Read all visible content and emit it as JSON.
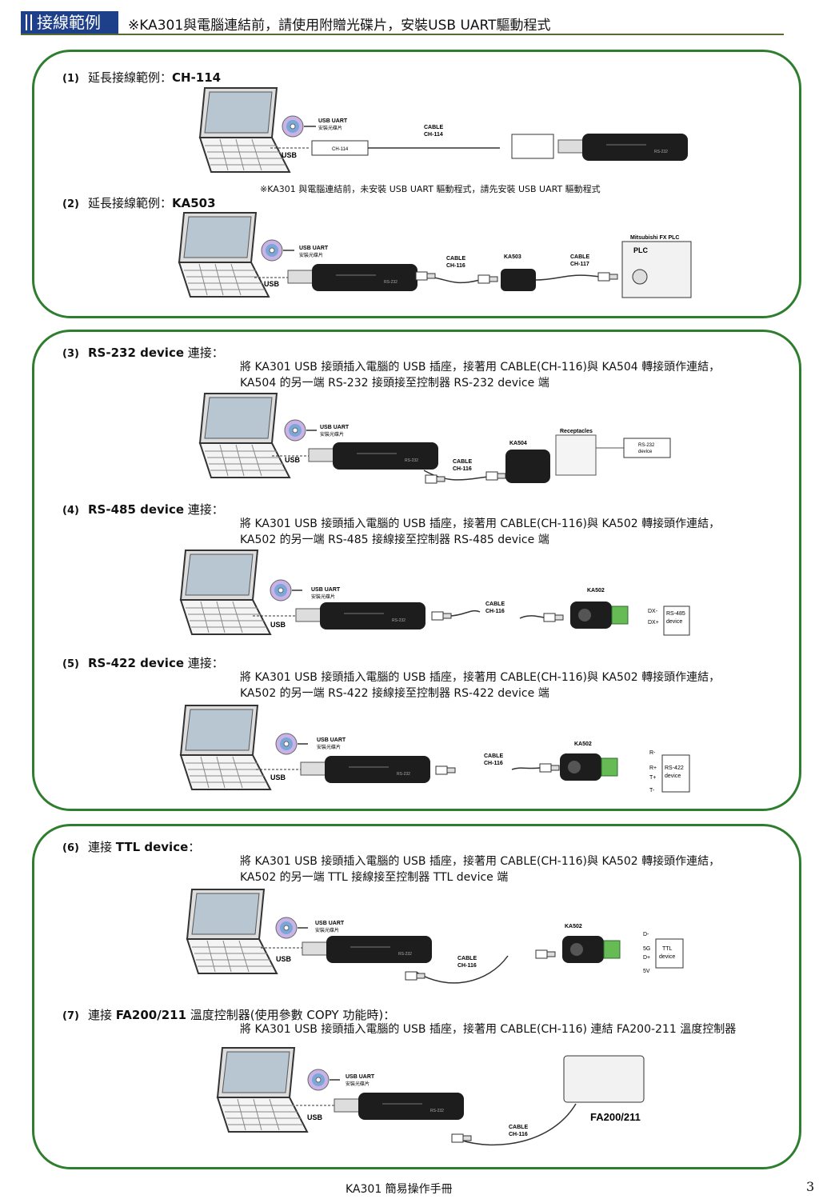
{
  "header": {
    "tag": "接線範例",
    "title": "※KA301與電腦連結前，請使用附贈光碟片，安裝USB UART驅動程式"
  },
  "common": {
    "usb": "USB",
    "usb_uart": "USB UART",
    "cd_label": "安裝光碟片",
    "cable": "CABLE",
    "ch116": "CH-116"
  },
  "sections": {
    "s1": {
      "num": "(1)",
      "zh": "延長接線範例：",
      "en": "CH-114",
      "cable_label": "CH-114",
      "plug_label": "CH-114"
    },
    "note1": "※KA301 與電腦連結前，未安裝 USB UART 驅動程式，請先安裝 USB UART 驅動程式",
    "s2": {
      "num": "(2)",
      "zh": "延長接線範例：",
      "en": "KA503",
      "ka503": "KA503",
      "ch117": "CH-117",
      "plc_title": "Mitsubishi FX PLC",
      "plc": "PLC"
    },
    "s3": {
      "num": "(3)",
      "en": "RS-232 device",
      "zh": " 連接：",
      "line1": "將 KA301 USB 接頭插入電腦的 USB 插座，接著用 CABLE(CH-116)與 KA504 轉接頭作連結，",
      "line2": "KA504 的另一端 RS-232 接頭接至控制器 RS-232 device 端",
      "ka504": "KA504",
      "receptacles": "Receptacles",
      "device1": "RS-232",
      "device2": "device"
    },
    "s4": {
      "num": "(4)",
      "en": "RS-485 device",
      "zh": " 連接：",
      "line1": "將 KA301 USB 接頭插入電腦的 USB 插座，接著用 CABLE(CH-116)與 KA502 轉接頭作連結，",
      "line2": "KA502 的另一端 RS-485 接線接至控制器 RS-485 device 端",
      "ka502": "KA502",
      "pin1": "DX-",
      "pin2": "DX+",
      "device1": "RS-485",
      "device2": "device"
    },
    "s5": {
      "num": "(5)",
      "en": "RS-422 device",
      "zh": " 連接：",
      "line1": "將 KA301 USB 接頭插入電腦的 USB 插座，接著用 CABLE(CH-116)與 KA502 轉接頭作連結，",
      "line2": "KA502 的另一端 RS-422 接線接至控制器 RS-422 device 端",
      "ka502": "KA502",
      "pin1": "R-",
      "pin2": "R+",
      "pin3": "T+",
      "pin4": "T-",
      "device1": "RS-422",
      "device2": "device"
    },
    "s6": {
      "num": "(6)",
      "zh": "連接 ",
      "en": "TTL device",
      "zh2": "：",
      "line1": "將 KA301 USB 接頭插入電腦的 USB 插座，接著用 CABLE(CH-116)與 KA502 轉接頭作連結，",
      "line2": "KA502 的另一端 TTL 接線接至控制器 TTL device 端",
      "ka502": "KA502",
      "pin1": "D-",
      "pin2": "5G",
      "pin3": "D+",
      "pin4": "5V",
      "device1": "TTL",
      "device2": "device"
    },
    "s7": {
      "num": "(7)",
      "zh": "連接 ",
      "en": "FA200/211",
      "zh2": " 溫度控制器(使用參數 COPY 功能時)：",
      "line1": "將 KA301 USB 接頭插入電腦的 USB 插座，接著用 CABLE(CH-116)  連結 FA200-211 溫度控制器",
      "fa": "FA200/211"
    }
  },
  "footer": {
    "manual": "KA301  簡易操作手冊",
    "page": "3"
  }
}
